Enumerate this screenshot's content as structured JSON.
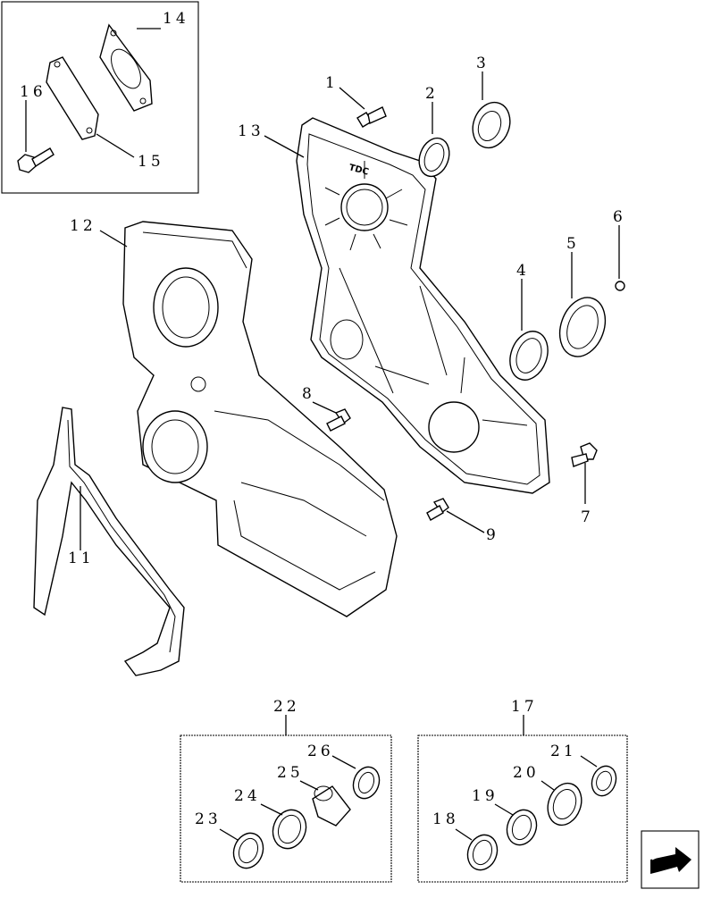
{
  "callouts": {
    "c1": "1",
    "c2": "2",
    "c3": "3",
    "c4": "4",
    "c5": "5",
    "c6": "6",
    "c7": "7",
    "c8": "8",
    "c9": "9",
    "c11": "11",
    "c12": "12",
    "c13": "13",
    "c14": "14",
    "c15": "15",
    "c16": "16",
    "c17": "17",
    "c18": "18",
    "c19": "19",
    "c20": "20",
    "c21": "21",
    "c22": "22",
    "c23": "23",
    "c24": "24",
    "c25": "25",
    "c26": "26"
  },
  "cover_marking": "TDC",
  "icons": {
    "nav": "next-page-arrow-icon"
  }
}
